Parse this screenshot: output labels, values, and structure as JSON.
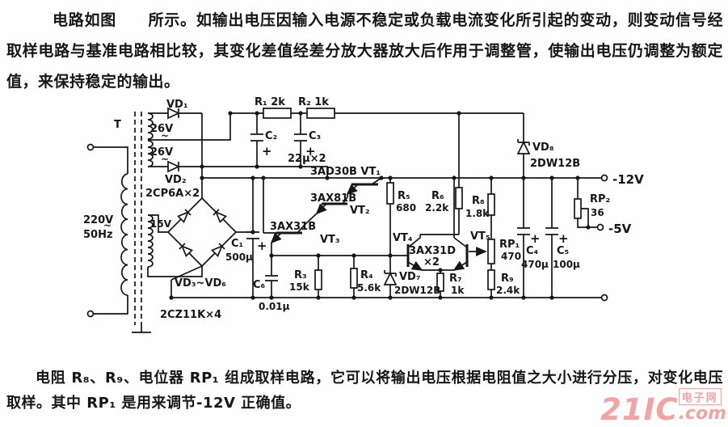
{
  "paragraphs": {
    "top": "电路如图　　所示。如输出电压因输入电源不稳定或负载电流变化所引起的变动，则变动信号经取样电路与基准电路相比较，其变化差值经差分放大器放大后作用于调整管，使输出电压仍调整为额定值，来保持稳定的输出。",
    "bottom": "电阻 R₈、R₉、电位器 RP₁ 组成取样电路，它可以将输出电压根据电阻值之大小进行分压，对变化电压取样。其中 RP₁ 是用来调节-12V 正确值。"
  },
  "sch": {
    "t": "T",
    "mains1": "220V",
    "mains2": "50Hz",
    "w26a": "26V",
    "w26b": "26V",
    "w15": "15V",
    "tilde": "~",
    "vd1": "VD₁",
    "vd2": "VD₂",
    "d12type": "2CP6A×2",
    "bridge": "VD₃~VD₆",
    "bridget": "2CZ11K×4",
    "r1": "R₁ 2k",
    "r2": "R₂ 1k",
    "c2": "C₂",
    "c3": "C₃",
    "c23": "22μ×2",
    "plus": "+",
    "c1": "C₁",
    "c1v": "500μ",
    "c6": "C₆",
    "c6v": "0.01μ",
    "c4": "C₄",
    "c4v": "470μ",
    "c5": "C₅",
    "c5v": "100μ",
    "vt1": "3AD30B VT₁",
    "vt2t": "3AX81B",
    "vt2": "VT₂",
    "vt3t": "3AX31B",
    "vt3": "VT₃",
    "vt4": "VT₄",
    "vt5": "VT₅",
    "vt45": "3AX31D",
    "vt45m": "×2",
    "vd7": "VD₇",
    "vd7t": "2DW12B",
    "vd8": "VD₈",
    "vd8t": "2DW12B",
    "r3": "R₃",
    "r3v": "15k",
    "r4": "R₄",
    "r4v": "5.6k",
    "r5": "R₅",
    "r5v": "680",
    "r6": "R₆",
    "r6v": "2.2k",
    "r7": "R₇",
    "r7v": "1k",
    "r8": "R₈",
    "r8v": "1.8k",
    "r9": "R₉",
    "r9v": "2.4k",
    "rp1": "RP₁",
    "rp1v": "470",
    "rp2": "RP₂",
    "rp2v": "36",
    "out12": "-12V",
    "out5": "-5V"
  },
  "watermark": {
    "brand": "21IC",
    "tld": ".com",
    "site": "电子网",
    "color": "#f2a3a3"
  }
}
